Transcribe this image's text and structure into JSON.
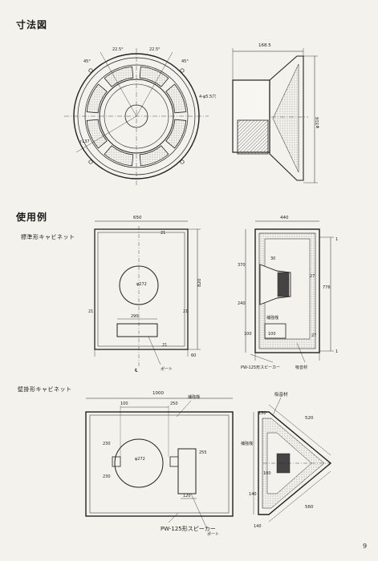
{
  "sections": {
    "dimensions_title": "寸法図",
    "usage_title": "使用例",
    "standard_cabinet_label": "標準形キャビネット",
    "wall_cabinet_label": "壁掛形キャビネット"
  },
  "speaker_front": {
    "angle_labels": [
      "22.5°",
      "22.5°",
      "45°",
      "45°"
    ],
    "hole_label": "4-φ5.5穴",
    "radius_label": "r137"
  },
  "speaker_side": {
    "depth_label": "168.5",
    "diameter_label": "φ316"
  },
  "standard_cabinet": {
    "front": {
      "width": "650",
      "height": "820",
      "top_margin": "21",
      "left_margin": "21",
      "right_margin": "21",
      "hole_label": "φ272",
      "port_width": "290",
      "bottom_margin": "21",
      "base": "60",
      "center_mark": "℄",
      "port_label": "ポート"
    },
    "side": {
      "depth": "440",
      "offset_top": "1",
      "inner_top": "30",
      "upper": "370",
      "lower": "240",
      "shelf": "27",
      "right_height": "776",
      "bottom_a": "100",
      "bottom_b": "100",
      "right_small": "27",
      "bottom_mark": "1",
      "brace_label": "補強桟",
      "speaker_label": "PW-125形スピーカー",
      "absorb_label": "吸音材"
    }
  },
  "wall_cabinet": {
    "front": {
      "width": "1000",
      "left_dim": "100",
      "mid_dim": "250",
      "height_a": "230",
      "height_b": "230",
      "inner_height": "255",
      "hole_label": "φ272",
      "port_width": "120",
      "brace_label": "補強桟",
      "speaker_label": "PW-125形スピーカー",
      "port_label": "ポート"
    },
    "side": {
      "absorb_label": "吸音材",
      "top_offset": "150",
      "depth_a": "520",
      "depth_b": "560",
      "brace_label": "補強桟",
      "inner_a": "140",
      "inner_b": "100",
      "bottom": "140"
    }
  },
  "page_number": "9"
}
